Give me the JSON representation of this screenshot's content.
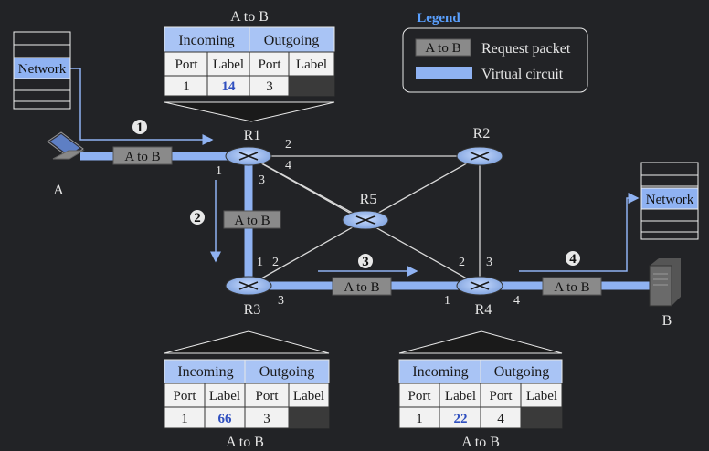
{
  "hosts": {
    "a": "A",
    "b": "B"
  },
  "routers": {
    "r1": "R1",
    "r2": "R2",
    "r3": "R3",
    "r4": "R4",
    "r5": "R5"
  },
  "network_label": "Network",
  "packet_label": "A to B",
  "steps": [
    "1",
    "2",
    "3",
    "4"
  ],
  "legend": {
    "title": "Legend",
    "request_packet": "Request packet",
    "virtual_circuit": "Virtual circuit",
    "sample_tag": "A to B"
  },
  "ports": {
    "r1": [
      "1",
      "2",
      "3",
      "4"
    ],
    "r3": [
      "1",
      "2",
      "3"
    ],
    "r4": [
      "1",
      "2",
      "3",
      "4"
    ]
  },
  "tables": {
    "r1": {
      "caption": "A to B",
      "incoming": "Incoming",
      "outgoing": "Outgoing",
      "col_port": "Port",
      "col_label": "Label",
      "in_port": "1",
      "in_label": "14",
      "out_port": "3",
      "out_label": ""
    },
    "r3": {
      "caption": "A to B",
      "incoming": "Incoming",
      "outgoing": "Outgoing",
      "col_port": "Port",
      "col_label": "Label",
      "in_port": "1",
      "in_label": "66",
      "out_port": "3",
      "out_label": ""
    },
    "r4": {
      "caption": "A to B",
      "incoming": "Incoming",
      "outgoing": "Outgoing",
      "col_port": "Port",
      "col_label": "Label",
      "in_port": "1",
      "in_label": "22",
      "out_port": "4",
      "out_label": ""
    }
  },
  "colors": {
    "circuit": "#8fb2f2",
    "header": "#a9c4f5",
    "tag": "#8a8a8a",
    "link": "#d8d8d8",
    "background": "#222326"
  }
}
